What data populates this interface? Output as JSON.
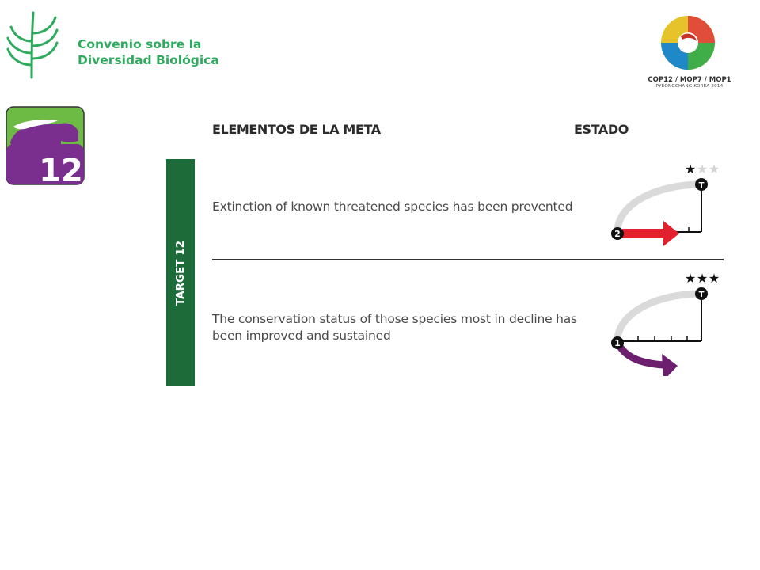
{
  "header": {
    "cbd_name_line1": "Convenio sobre la",
    "cbd_name_line2": "Diversidad Biológica",
    "cop_line1": "COP12 / MOP7 / MOP1",
    "cop_line2": "PYEONGCHANG KOREA 2014"
  },
  "target_icon": {
    "number": "12",
    "color": "#7a2f8f"
  },
  "table": {
    "column_elements": "ELEMENTOS DE LA META",
    "column_status": "ESTADO",
    "side_label": "TARGET 12",
    "rows": [
      {
        "element": "Extinction of known threatened species has been prevented",
        "stars_total": 3,
        "stars_filled": 1,
        "start_marker": "2",
        "target_marker": "T",
        "arrow_color": "#e3202b"
      },
      {
        "element": "The conservation status of those species most in decline has been improved and sustained",
        "stars_total": 3,
        "stars_filled": 3,
        "start_marker": "1",
        "target_marker": "T",
        "arrow_color": "#6b1f6e"
      }
    ]
  },
  "colors": {
    "cbd_green": "#2eaa5e",
    "target_bar": "#1e6b3a",
    "icon_green": "#6dbb45",
    "icon_purple": "#7a2f8f"
  }
}
